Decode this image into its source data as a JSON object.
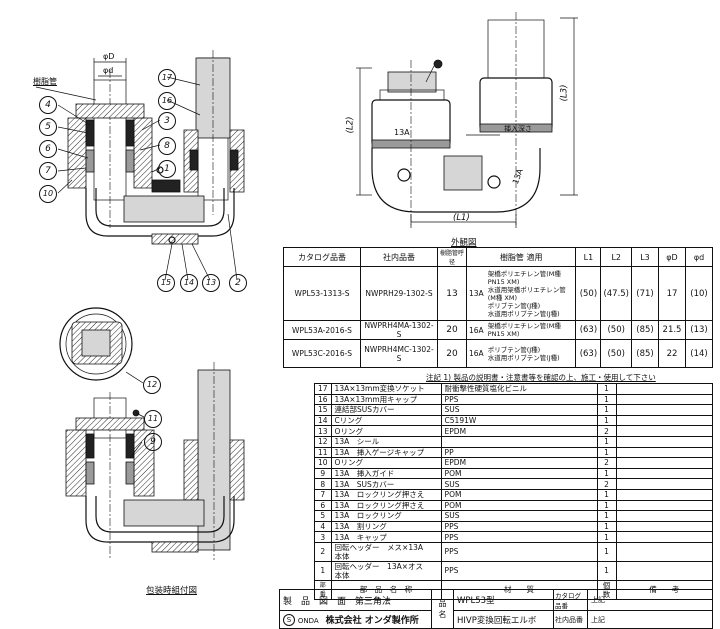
{
  "labels": {
    "resin_pipe": "樹脂管",
    "phiD": "φD",
    "phid": "φd",
    "L1": "(L1)",
    "L2": "(L2)",
    "L3": "(L3)",
    "size_13A_a": "13A",
    "size_13A_b": "13A",
    "insert_depth": "挿入深さ",
    "exterior_caption": "外観図",
    "packaging_caption": "包装時組付図"
  },
  "balloons": [
    "1",
    "2",
    "3",
    "4",
    "5",
    "6",
    "7",
    "8",
    "9",
    "10",
    "11",
    "12",
    "13",
    "14",
    "15",
    "16",
    "17"
  ],
  "spec_table": {
    "headers": [
      "カタログ品番",
      "社内品番",
      "樹脂管呼径",
      "樹脂管 適用",
      "L1",
      "L2",
      "L3",
      "φD",
      "φd"
    ],
    "rows": [
      {
        "catalog": "WPL53-1313-S",
        "internal": "NWPRH29-1302-S",
        "nominal": "13",
        "size": "13A",
        "applicable": "架橋ポリエチレン管(M種 PN15 XM)\n水道用架橋ポリエチレン管(M種 XM)\nポリブテン管(J種)\n水道用ポリブテン管(J種)",
        "L1": "(50)",
        "L2": "(47.5)",
        "L3": "(71)",
        "D": "17",
        "d": "(10)"
      },
      {
        "catalog": "WPL53A-2016-S",
        "internal": "NWPRH4MA-1302-S",
        "nominal": "20",
        "size": "16A",
        "applicable": "架橋ポリエチレン管(M種 PN15 XM)",
        "L1": "(63)",
        "L2": "(50)",
        "L3": "(85)",
        "D": "21.5",
        "d": "(13)"
      },
      {
        "catalog": "WPL53C-2016-S",
        "internal": "NWPRH4MC-1302-S",
        "nominal": "20",
        "size": "16A",
        "applicable": "ポリブテン管(J種)\n水道用ポリブテン管(J種)",
        "L1": "(63)",
        "L2": "(50)",
        "L3": "(85)",
        "D": "22",
        "d": "(14)"
      }
    ]
  },
  "note": "注記 1) 製品の説明書・注意書等を確認の上、施工・使用して下さい",
  "parts": {
    "headers": [
      "部番",
      "部　品　名　称",
      "材　　質",
      "個数",
      "備　　考"
    ],
    "rows": [
      {
        "no": "17",
        "name": "13A×13mm変換ソケット",
        "material": "耐衝撃性硬質塩化ビニル",
        "qty": "1"
      },
      {
        "no": "16",
        "name": "13A×13mm用キャップ",
        "material": "PPS",
        "qty": "1"
      },
      {
        "no": "15",
        "name": "連結部SUSカバー",
        "material": "SUS",
        "qty": "1"
      },
      {
        "no": "14",
        "name": "Cリング",
        "material": "C5191W",
        "qty": "1"
      },
      {
        "no": "13",
        "name": "Oリング",
        "material": "EPDM",
        "qty": "2"
      },
      {
        "no": "12",
        "name": "13A　シール",
        "material": "",
        "qty": "1"
      },
      {
        "no": "11",
        "name": "13A　挿入ゲージキャップ",
        "material": "PP",
        "qty": "1"
      },
      {
        "no": "10",
        "name": "Oリング",
        "material": "EPDM",
        "qty": "2"
      },
      {
        "no": "9",
        "name": "13A　挿入ガイド",
        "material": "POM",
        "qty": "1"
      },
      {
        "no": "8",
        "name": "13A　SUSカバー",
        "material": "SUS",
        "qty": "2"
      },
      {
        "no": "7",
        "name": "13A　ロックリング押さえ",
        "material": "POM",
        "qty": "1"
      },
      {
        "no": "6",
        "name": "13A　ロックリング押さえ",
        "material": "POM",
        "qty": "1"
      },
      {
        "no": "5",
        "name": "13A　ロックリング",
        "material": "SUS",
        "qty": "1"
      },
      {
        "no": "4",
        "name": "13A　割リング",
        "material": "PPS",
        "qty": "1"
      },
      {
        "no": "3",
        "name": "13A　キャップ",
        "material": "PPS",
        "qty": "1"
      },
      {
        "no": "2",
        "name": "回転ヘッダー　メス×13A　本体",
        "material": "PPS",
        "qty": "1"
      },
      {
        "no": "1",
        "name": "回転ヘッダー　13A×オス　本体",
        "material": "PPS",
        "qty": "1"
      }
    ]
  },
  "title_block": {
    "drawing_type": "製　品　図　面",
    "projection": "第三角法",
    "logo_text": "ONDA",
    "company": "株式会社 オンダ製作所",
    "product_label": "品　名",
    "product_line1": "WPL53型",
    "product_line2": "HIVP変換回転エルボ",
    "catalog_label": "カタログ品番",
    "catalog_value": "上記",
    "internal_label": "社内品番",
    "internal_value": "上記"
  }
}
